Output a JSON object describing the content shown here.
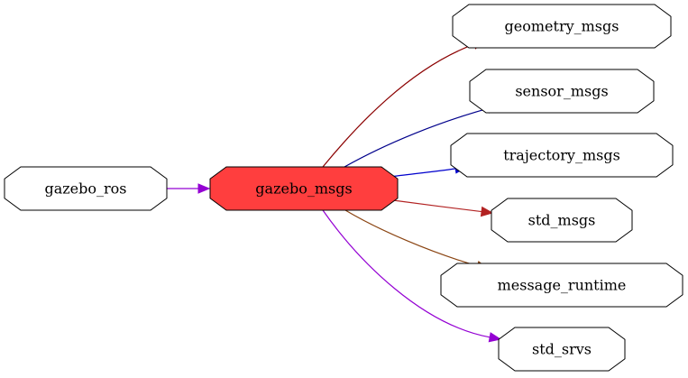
{
  "graph": {
    "colors": {
      "node_fill": "#ffffff",
      "node_stroke": "#000000",
      "highlight_fill": "#ff3e3e"
    },
    "nodes": [
      {
        "id": "gazebo_ros",
        "label": "gazebo_ros",
        "shape": "octagon",
        "highlighted": false
      },
      {
        "id": "gazebo_msgs",
        "label": "gazebo_msgs",
        "shape": "octagon",
        "highlighted": true
      },
      {
        "id": "geometry_msgs",
        "label": "geometry_msgs",
        "shape": "octagon",
        "highlighted": false
      },
      {
        "id": "sensor_msgs",
        "label": "sensor_msgs",
        "shape": "octagon",
        "highlighted": false
      },
      {
        "id": "trajectory_msgs",
        "label": "trajectory_msgs",
        "shape": "octagon",
        "highlighted": false
      },
      {
        "id": "std_msgs",
        "label": "std_msgs",
        "shape": "octagon",
        "highlighted": false
      },
      {
        "id": "message_runtime",
        "label": "message_runtime",
        "shape": "octagon",
        "highlighted": false
      },
      {
        "id": "std_srvs",
        "label": "std_srvs",
        "shape": "octagon",
        "highlighted": false
      }
    ],
    "edges": [
      {
        "from": "gazebo_ros",
        "to": "gazebo_msgs",
        "color": "#9400d3"
      },
      {
        "from": "gazebo_msgs",
        "to": "geometry_msgs",
        "color": "#8b0000"
      },
      {
        "from": "gazebo_msgs",
        "to": "sensor_msgs",
        "color": "#00008b"
      },
      {
        "from": "gazebo_msgs",
        "to": "trajectory_msgs",
        "color": "#0000cd"
      },
      {
        "from": "gazebo_msgs",
        "to": "std_msgs",
        "color": "#b22222"
      },
      {
        "from": "gazebo_msgs",
        "to": "message_runtime",
        "color": "#8b4513"
      },
      {
        "from": "gazebo_msgs",
        "to": "std_srvs",
        "color": "#9400d3"
      }
    ]
  }
}
